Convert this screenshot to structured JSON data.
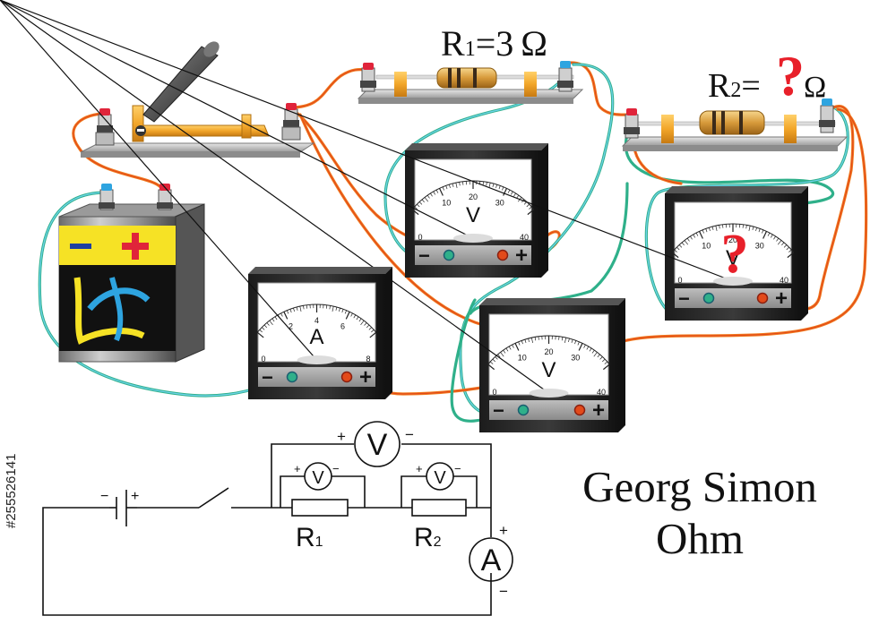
{
  "title": {
    "line1": "Georg Simon",
    "line2": "Ohm"
  },
  "watermark": {
    "stock_id": "#255526141"
  },
  "resistors": [
    {
      "symbol": "R",
      "sub": "1",
      "equals": "=",
      "value": "3",
      "unit": "Ω"
    },
    {
      "symbol": "R",
      "sub": "2",
      "equals": "=",
      "value": "?",
      "unit": "Ω"
    }
  ],
  "meters": {
    "voltmeter_r1": {
      "letter": "V",
      "ticks": [
        "0",
        "10",
        "20",
        "30",
        "40"
      ],
      "minus": "−",
      "plus": "+"
    },
    "voltmeter_r2": {
      "letter": "V",
      "ticks": [
        "0",
        "10",
        "20",
        "30",
        "40"
      ],
      "unknown": "?",
      "minus": "−",
      "plus": "+"
    },
    "voltmeter_total": {
      "letter": "V",
      "ticks": [
        "0",
        "10",
        "20",
        "30",
        "40"
      ],
      "minus": "−",
      "plus": "+"
    },
    "ammeter": {
      "letter": "A",
      "ticks": [
        "0",
        "2",
        "4",
        "6",
        "8"
      ],
      "minus": "−",
      "plus": "+"
    }
  },
  "battery": {
    "minus": "−",
    "plus": "+"
  },
  "schematic": {
    "battery_minus": "−",
    "battery_plus": "+",
    "v_total": "V",
    "v_total_plus": "+",
    "v_total_minus": "−",
    "v1": "V",
    "v1_plus": "+",
    "v1_minus": "−",
    "v2": "V",
    "v2_plus": "+",
    "v2_minus": "−",
    "r1_label": "R",
    "r1_sub": "1",
    "r2_label": "R",
    "r2_sub": "2",
    "ammeter": "A",
    "ammeter_plus": "+",
    "ammeter_minus": "−"
  },
  "colors": {
    "wire_orange": "#f07a1c",
    "wire_green": "#2fb08a",
    "question_red": "#e8202a",
    "terminal_red": "#e0243a",
    "terminal_blue": "#2ea4e0",
    "brass": "#f2a62a"
  }
}
